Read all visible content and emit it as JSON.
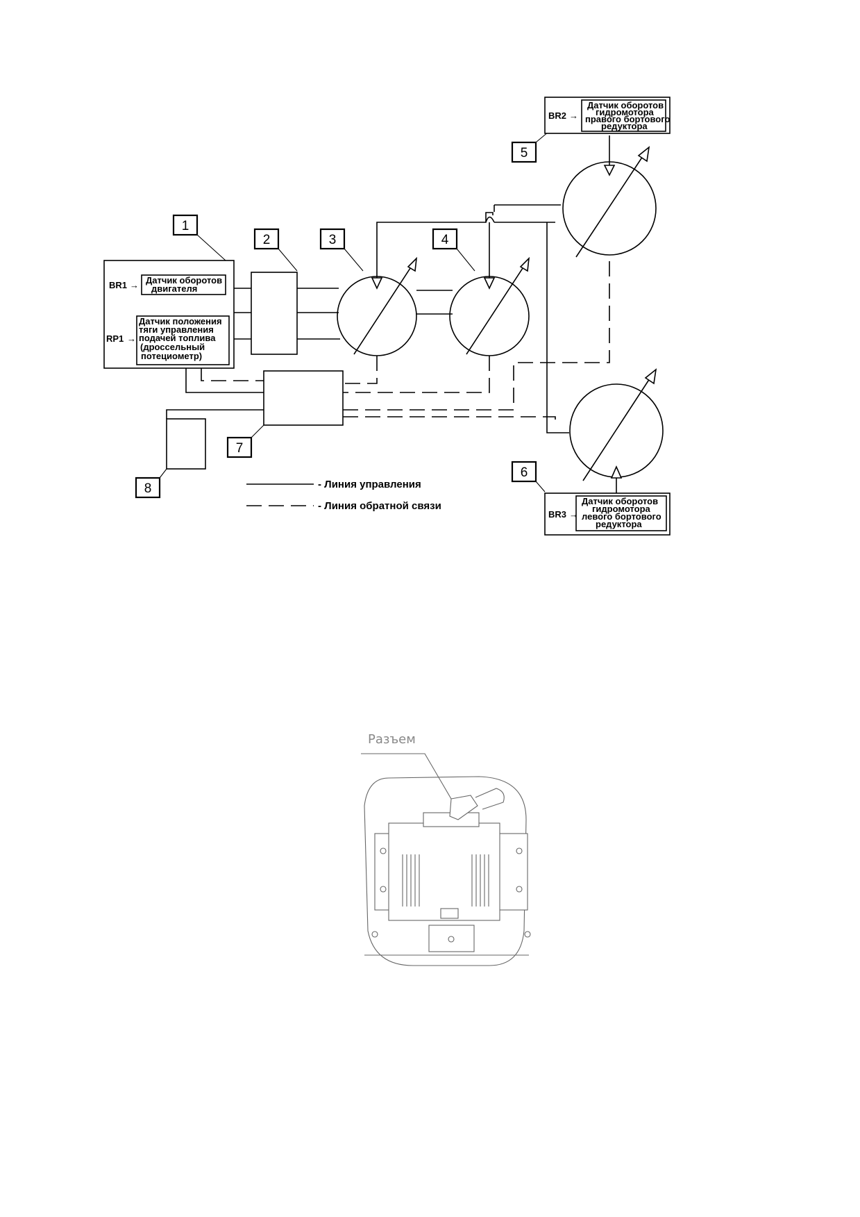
{
  "scheme": {
    "numbers": [
      "1",
      "2",
      "3",
      "4",
      "5",
      "6",
      "7",
      "8"
    ],
    "sensors": {
      "br1": {
        "code": "BR1",
        "lines": [
          "Датчик оборотов",
          "двигателя"
        ]
      },
      "rp1": {
        "code": "RP1",
        "lines": [
          "Датчик положения",
          "тяги управления",
          "подачей топлива",
          "(дроссельный",
          "потециометр)"
        ]
      },
      "br2": {
        "code": "BR2",
        "lines": [
          "Датчик оборотов",
          "гидромотора",
          "правого бортового",
          "редуктора"
        ]
      },
      "br3": {
        "code": "BR3",
        "lines": [
          "Датчик оборотов",
          "гидромотора",
          "левого бортового",
          "редуктора"
        ]
      }
    },
    "legend": {
      "control": "- Линия управления",
      "feedback": "- Линия обратной связи"
    }
  },
  "unit_drawing": {
    "connector_label": "Разъем"
  }
}
